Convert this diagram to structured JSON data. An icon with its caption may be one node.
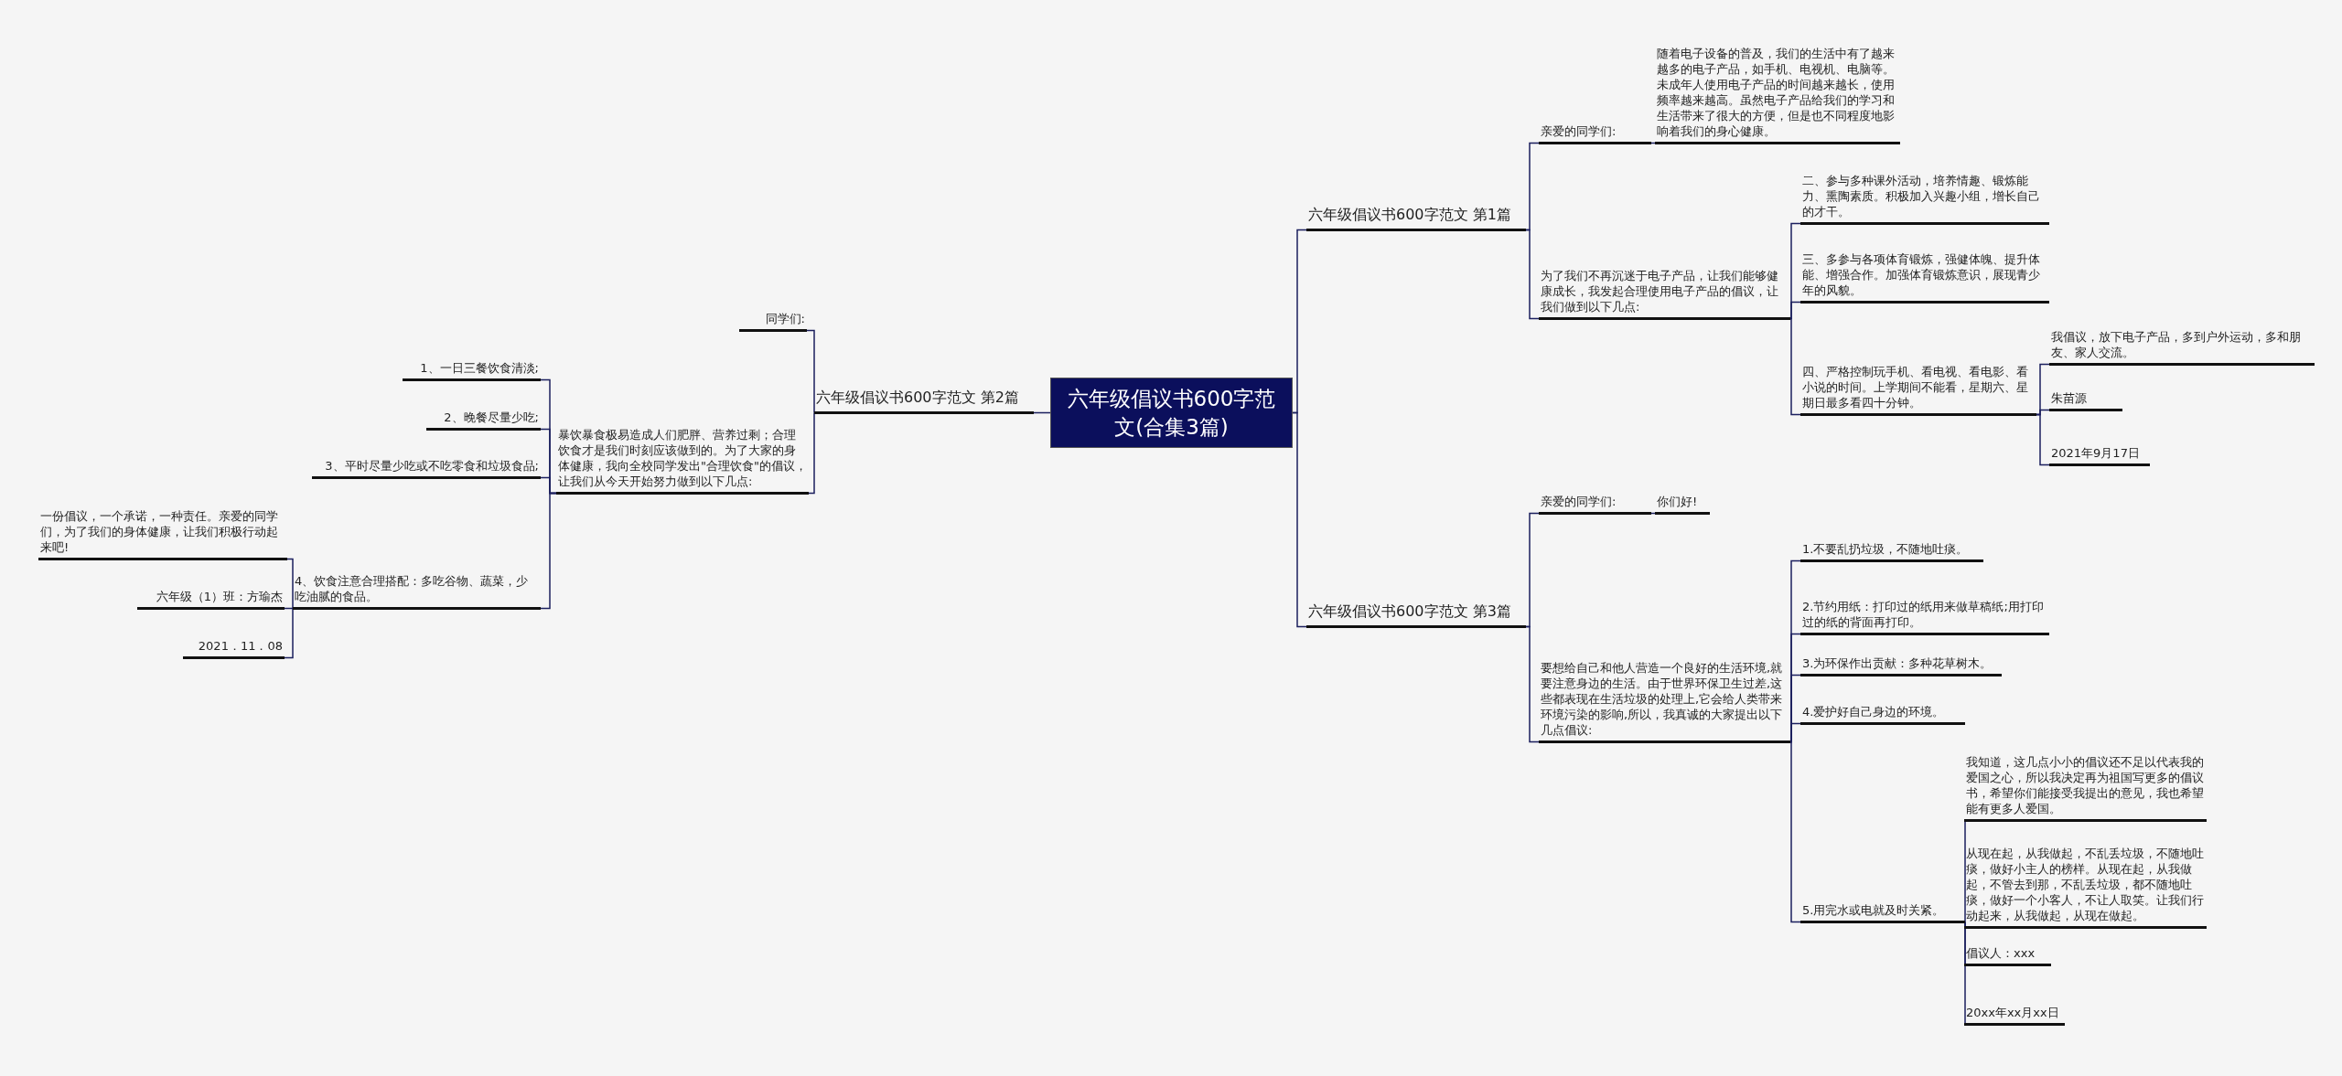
{
  "diagram": {
    "nodes": [
      {
        "text": [
          "六年级倡议书600字范文(合集3篇)"
        ]
      },
      {
        "text": [
          "六年级倡议书600字范文 第1篇"
        ]
      },
      {
        "text": [
          "亲爱的同学们:"
        ]
      },
      {
        "text": [
          "随着电子设备的普及，我们的生活中有了越来越多的电子产品，如手机、电视机、电脑等。未成年人使用电子产品的时间越来越长，使用频率越来越高。虽然电子产品给我们的学习和生活带来了很大的方便，但是也不同程度地影响着我们的身心健康。"
        ]
      },
      {
        "text": [
          "为了我们不再沉迷于电子产品，让我们能够健康成长，我发起合理使用电子产品的倡议，让我们做到以下几点:"
        ]
      },
      {
        "text": [
          "二、参与多种课外活动，培养情趣、锻炼能力、熏陶素质。积极加入兴趣小组，增长自己的才干。"
        ]
      },
      {
        "text": [
          "三、多参与各项体育锻炼，强健体魄、提升体能、增强合作。加强体育锻炼意识，展现青少年的风貌。"
        ]
      },
      {
        "text": [
          "四、严格控制玩手机、看电视、看电影、看小说的时间。上学期间不能看，星期六、星期日最多看四十分钟。"
        ]
      },
      {
        "text": [
          "我倡议，放下电子产品，多到户外运动，多和朋友、家人交流。"
        ]
      },
      {
        "text": [
          "朱苗源"
        ]
      },
      {
        "text": [
          "2021年9月17日"
        ]
      },
      {
        "text": [
          "六年级倡议书600字范文 第3篇"
        ]
      },
      {
        "text": [
          "亲爱的同学们:"
        ]
      },
      {
        "text": [
          "你们好!"
        ]
      },
      {
        "text": [
          "要想给自己和他人营造一个良好的生活环境,就要注意身边的生活。由于世界环保卫生过差,这些都表现在生活垃圾的处理上,它会给人类带来环境污染的影响,所以，我真诚的大家提出以下几点倡议:"
        ]
      },
      {
        "text": [
          "1.不要乱扔垃圾，不随地吐痰。"
        ]
      },
      {
        "text": [
          "2.节约用纸：打印过的纸用来做草稿纸;用打印过的纸的背面再打印。"
        ]
      },
      {
        "text": [
          "3.为环保作出贡献：多种花草树木。"
        ]
      },
      {
        "text": [
          "4.爱护好自己身边的环境。"
        ]
      },
      {
        "text": [
          "5.用完水或电就及时关紧。"
        ]
      },
      {
        "text": [
          "我知道，这几点小小的倡议还不足以代表我的爱国之心，所以我决定再为祖国写更多的倡议书，希望你们能接受我提出的意见，我也希望能有更多人爱国。"
        ]
      },
      {
        "text": [
          "从现在起，从我做起，不乱丢垃圾，不随地吐痰，做好小主人的榜样。从现在起，从我做起，不管去到那，不乱丢垃圾，都不随地吐痰，做好一个小客人，不让人取笑。让我们行动起来，从我做起，从现在做起。"
        ]
      },
      {
        "text": [
          "倡议人：xxx"
        ]
      },
      {
        "text": [
          "20xx年xx月xx日"
        ]
      },
      {
        "text": [
          "六年级倡议书600字范文 第2篇"
        ]
      },
      {
        "text": [
          "同学们:"
        ]
      },
      {
        "text": [
          "暴饮暴食极易造成人们肥胖、营养过剩；合理饮食才是我们时刻应该做到的。为了大家的身体健康，我向全校同学发出\"合理饮食\"的倡议，让我们从今天开始努力做到以下几点:"
        ]
      },
      {
        "text": [
          "1、一日三餐饮食清淡;"
        ]
      },
      {
        "text": [
          "2、晚餐尽量少吃;"
        ]
      },
      {
        "text": [
          "3、平时尽量少吃或不吃零食和垃圾食品;"
        ]
      },
      {
        "text": [
          "4、饮食注意合理搭配：多吃谷物、蔬菜，少吃油腻的食品。"
        ]
      },
      {
        "text": [
          "一份倡议，一个承诺，一种责任。亲爱的同学们，为了我们的身体健康，让我们积极行动起来吧!"
        ]
      },
      {
        "text": [
          "六年级（1）班：方瑜杰"
        ]
      },
      {
        "text": [
          "2021．11．08"
        ]
      }
    ],
    "edges": [
      {
        "from": 0,
        "to": 1,
        "arrow": "none"
      },
      {
        "from": 1,
        "to": 2,
        "arrow": "none"
      },
      {
        "from": 2,
        "to": 3,
        "arrow": "none"
      },
      {
        "from": 1,
        "to": 4,
        "arrow": "none"
      },
      {
        "from": 4,
        "to": 5,
        "arrow": "none"
      },
      {
        "from": 4,
        "to": 6,
        "arrow": "none"
      },
      {
        "from": 4,
        "to": 7,
        "arrow": "none"
      },
      {
        "from": 7,
        "to": 8,
        "arrow": "none"
      },
      {
        "from": 7,
        "to": 9,
        "arrow": "none"
      },
      {
        "from": 7,
        "to": 10,
        "arrow": "none"
      },
      {
        "from": 0,
        "to": 11,
        "arrow": "none"
      },
      {
        "from": 11,
        "to": 12,
        "arrow": "none"
      },
      {
        "from": 12,
        "to": 13,
        "arrow": "none"
      },
      {
        "from": 11,
        "to": 14,
        "arrow": "none"
      },
      {
        "from": 14,
        "to": 15,
        "arrow": "none"
      },
      {
        "from": 14,
        "to": 16,
        "arrow": "none"
      },
      {
        "from": 14,
        "to": 17,
        "arrow": "none"
      },
      {
        "from": 14,
        "to": 18,
        "arrow": "none"
      },
      {
        "from": 14,
        "to": 19,
        "arrow": "none"
      },
      {
        "from": 19,
        "to": 20,
        "arrow": "none"
      },
      {
        "from": 19,
        "to": 21,
        "arrow": "none"
      },
      {
        "from": 19,
        "to": 22,
        "arrow": "none"
      },
      {
        "from": 19,
        "to": 23,
        "arrow": "none"
      },
      {
        "from": 0,
        "to": 24,
        "arrow": "none"
      },
      {
        "from": 24,
        "to": 25,
        "arrow": "none"
      },
      {
        "from": 24,
        "to": 26,
        "arrow": "none"
      },
      {
        "from": 26,
        "to": 27,
        "arrow": "none"
      },
      {
        "from": 26,
        "to": 28,
        "arrow": "none"
      },
      {
        "from": 26,
        "to": 29,
        "arrow": "none"
      },
      {
        "from": 26,
        "to": 30,
        "arrow": "none"
      },
      {
        "from": 30,
        "to": 31,
        "arrow": "none"
      },
      {
        "from": 30,
        "to": 32,
        "arrow": "none"
      },
      {
        "from": 30,
        "to": 33,
        "arrow": "none"
      }
    ]
  }
}
